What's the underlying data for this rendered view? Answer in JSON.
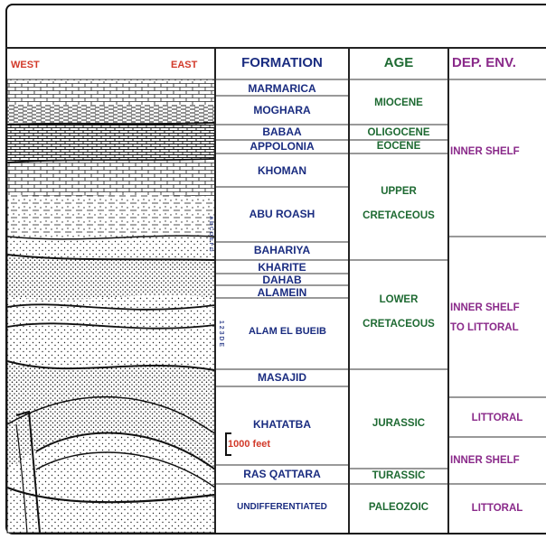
{
  "header": {
    "west": "WEST",
    "east": "EAST",
    "formation": "FORMATION",
    "age": "AGE",
    "dep_env": "DEP. ENV."
  },
  "formations": [
    "MARMARICA",
    "MOGHARA",
    "BABAA",
    "APPOLONIA",
    "KHOMAN",
    "ABU ROASH",
    "BAHARIYA",
    "KHARITE",
    "DAHAB",
    "ALAMEIN",
    "ALAM EL BUEIB",
    "MASAJID",
    "KHATATBA",
    "RAS QATTARA",
    "UNDIFFERENTIATED"
  ],
  "ages": {
    "miocene": "MIOCENE",
    "oligocene": "OLIGOCENE",
    "eocene": "EOCENE",
    "upper_1": "UPPER",
    "upper_2": "CRETACEOUS",
    "lower_1": "LOWER",
    "lower_2": "CRETACEOUS",
    "jurassic": "JURASSIC",
    "turassic": "TURASSIC",
    "paleozoic": "PALEOZOIC"
  },
  "environments": {
    "inner_shelf_1": "INNER SHELF",
    "inner_shelf_littoral_1": "INNER SHELF",
    "inner_shelf_littoral_2": "TO LITTORAL",
    "littoral_1": "LITTORAL",
    "inner_shelf_2": "INNER SHELF",
    "littoral_2": "LITTORAL"
  },
  "members": {
    "abu_roash": "A B C D E F G",
    "alam_el_bueib": "1 2 3 D E"
  },
  "scale": {
    "label": "1000 feet"
  },
  "colors": {
    "formation_text": "#1a2c80",
    "age_text": "#1e6a32",
    "env_text": "#8a2a8a",
    "accent_red": "#d23a2a"
  }
}
